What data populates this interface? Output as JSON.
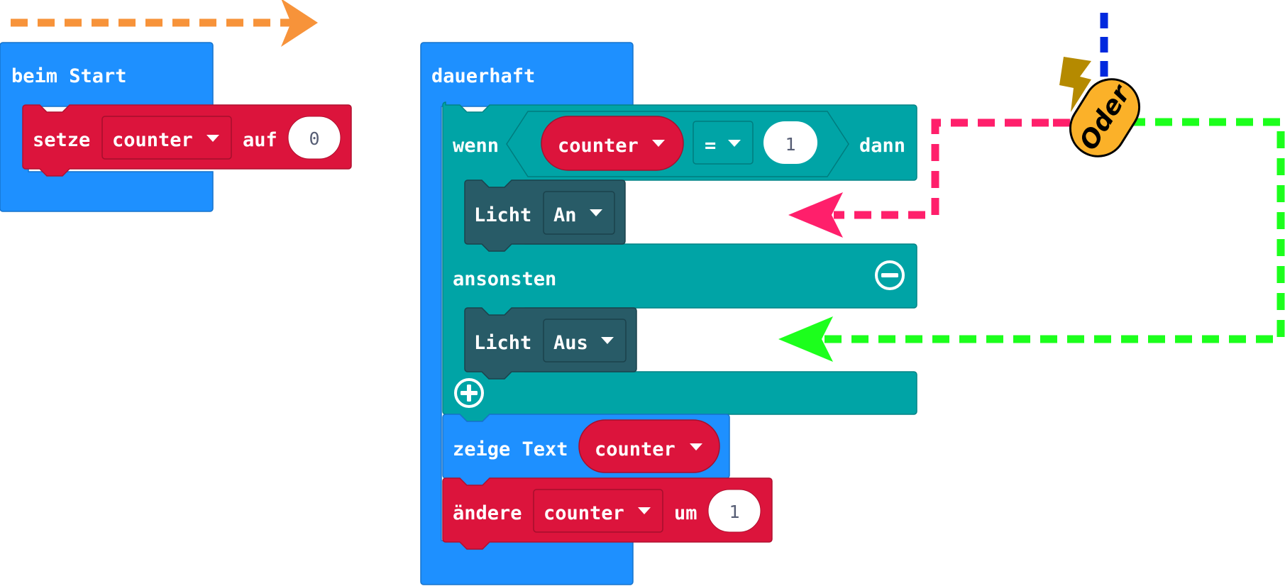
{
  "blocks": {
    "on_start": {
      "hat_label": "beim Start",
      "set": {
        "label": "setze",
        "variable": "counter",
        "to_label": "auf",
        "value": "0"
      }
    },
    "forever": {
      "hat_label": "dauerhaft",
      "if": {
        "if_label": "wenn",
        "variable": "counter",
        "operator": "=",
        "compare_value": "1",
        "then_label": "dann",
        "then_block": {
          "label": "Licht",
          "option": "An"
        },
        "else_label": "ansonsten",
        "else_block": {
          "label": "Licht",
          "option": "Aus"
        }
      },
      "show_text": {
        "label": "zeige Text",
        "variable": "counter"
      },
      "change": {
        "label": "ändere",
        "variable": "counter",
        "by_label": "um",
        "value": "1"
      }
    }
  },
  "annotation": {
    "text": "Oder"
  },
  "colors": {
    "event_blue": "#1E90FF",
    "variable_red": "#DC143C",
    "logic_teal": "#00A4A6",
    "light_block": "#285B67",
    "arrow_orange": "#F7933A",
    "arrow_pink": "#FF1F6B",
    "arrow_green": "#1CFF1C",
    "line_blue": "#0029DE",
    "lightning": "#B58A00",
    "badge": "#FBB129"
  }
}
